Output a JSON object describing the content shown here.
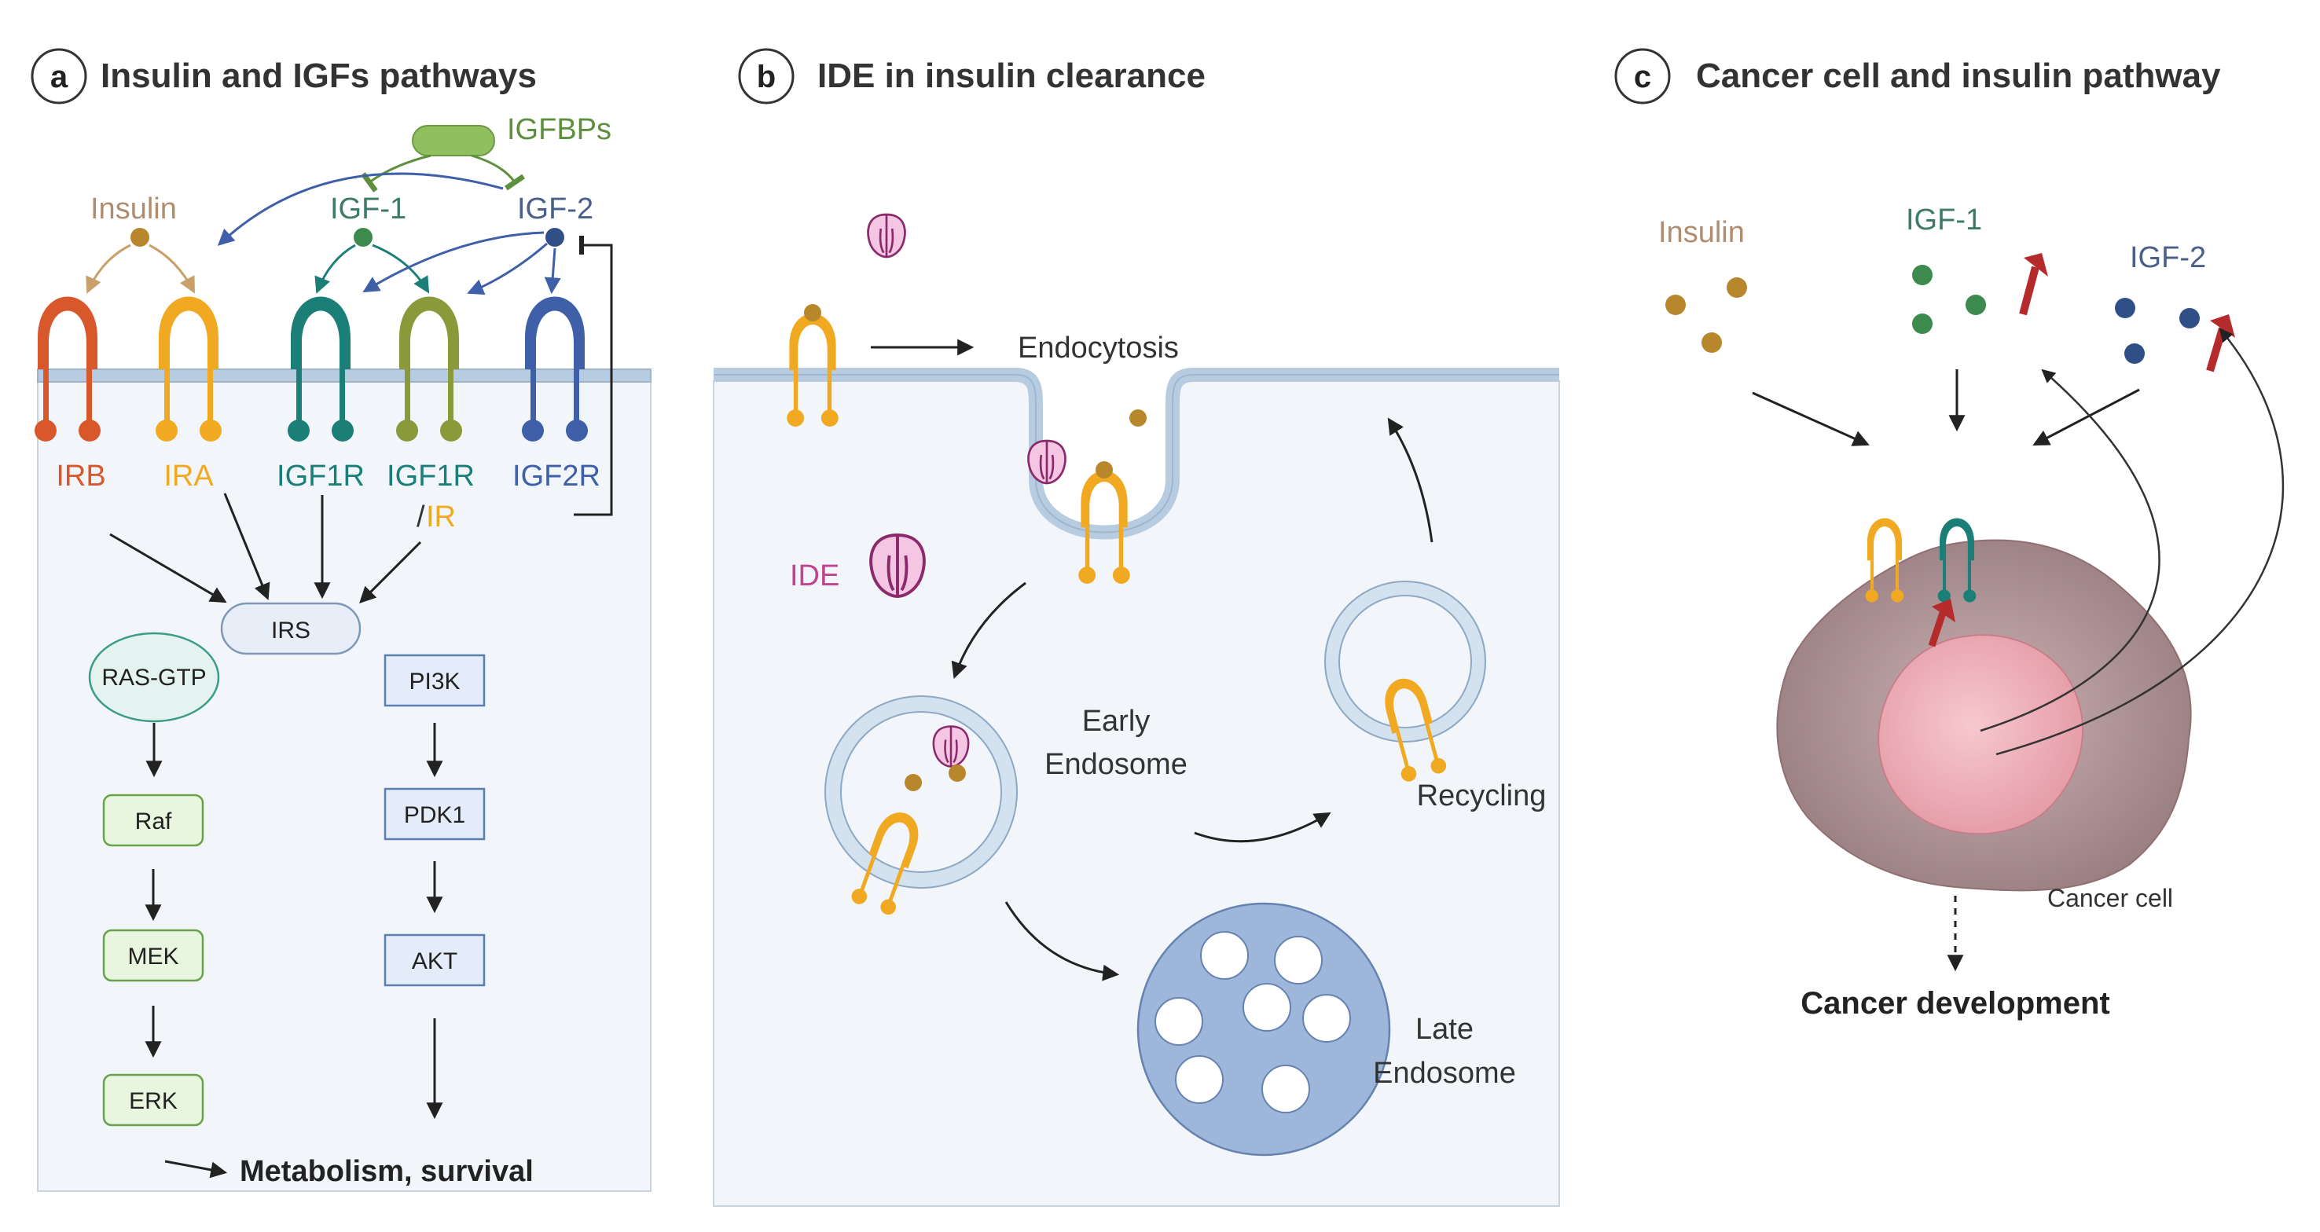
{
  "panel_a": {
    "letter": "a",
    "title": "Insulin and IGFs pathways",
    "igfbps": "IGFBPs",
    "insulin": "Insulin",
    "igf1": "IGF-1",
    "igf2": "IGF-2",
    "receptors": {
      "irb": "IRB",
      "ira": "IRA",
      "igf1r": "IGF1R",
      "igf1r_hybrid_top": "IGF1R",
      "igf1r_hybrid_slash": "/",
      "igf1r_hybrid_ir": "IR",
      "igf2r": "IGF2R"
    },
    "irs": "IRS",
    "ras_gtp": "RAS-GTP",
    "raf": "Raf",
    "mek": "MEK",
    "erk": "ERK",
    "pi3k": "PI3K",
    "pdk1": "PDK1",
    "akt": "AKT",
    "outcome": "Metabolism, survival"
  },
  "panel_b": {
    "letter": "b",
    "title": "IDE in insulin clearance",
    "endocytosis": "Endocytosis",
    "ide": "IDE",
    "early_line1": "Early",
    "early_line2": "Endosome",
    "recycling": "Recycling",
    "late_line1": "Late",
    "late_line2": "Endosome"
  },
  "panel_c": {
    "letter": "c",
    "title": "Cancer cell and insulin pathway",
    "insulin": "Insulin",
    "igf1": "IGF-1",
    "igf2": "IGF-2",
    "cancer_cell": "Cancer cell",
    "outcome": "Cancer development"
  },
  "colors": {
    "irb": "#d9582b",
    "ira": "#f2a922",
    "igf1r": "#1b7f78",
    "igf2r": "#3f5fa8",
    "insulin_dot": "#b8862b",
    "igf1_dot": "#3d8a4f",
    "igf2_dot": "#2f4f86",
    "membrane": "#b7cce0",
    "cell_bg": "#f2f6fb",
    "igfbp": "#8fbf5e",
    "ide": "#f4c6e4",
    "ide_outline": "#8a2a6a",
    "red_arrow": "#b52a2a",
    "tumor_outer": "#b89a9c",
    "tumor_inner": "#f0b4bc"
  }
}
